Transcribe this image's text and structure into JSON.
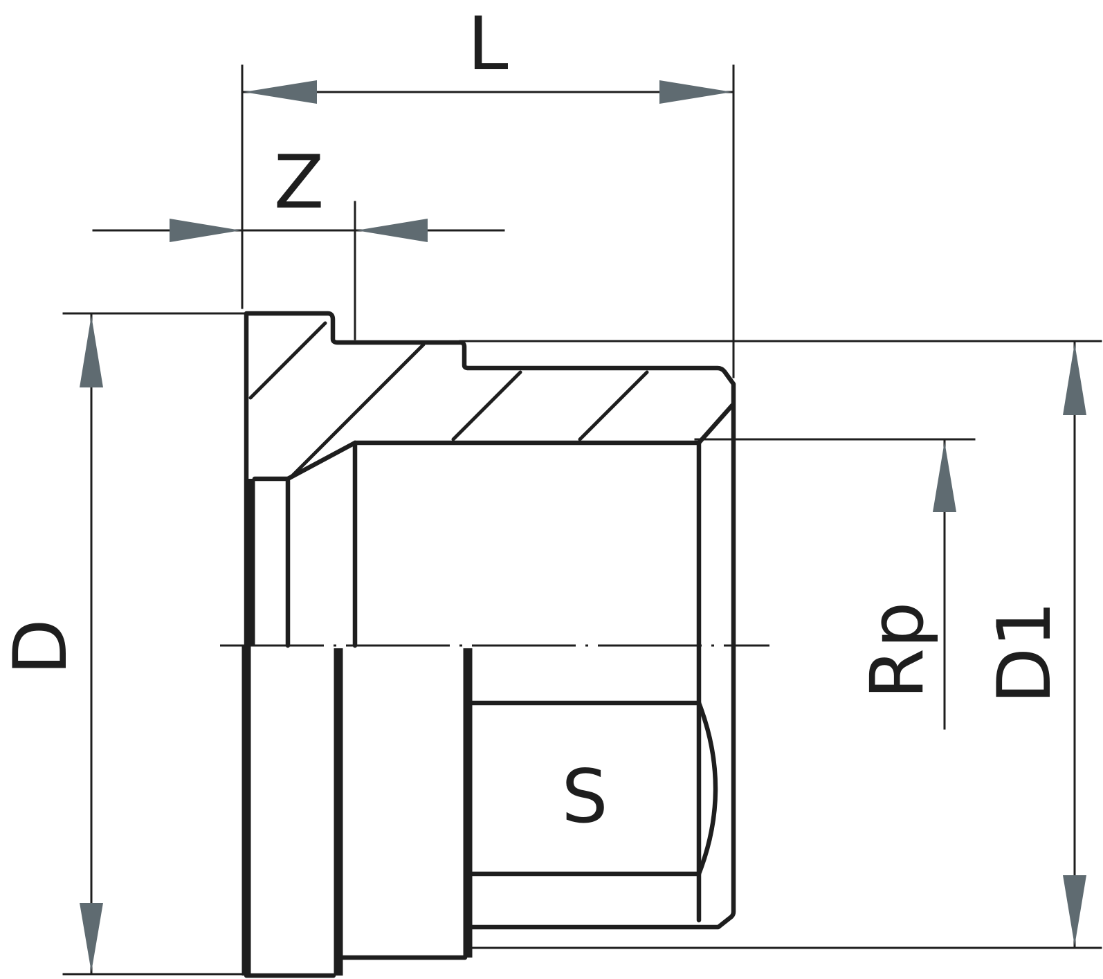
{
  "drawing": {
    "labels": {
      "length": "L",
      "socket_depth": "Z",
      "outer_diameter": "D",
      "thread": "Rp",
      "spigot_diameter": "D1",
      "spanner_size": "S"
    },
    "colors": {
      "line": "#1e1e1e",
      "arrowhead": "#5f6b71",
      "background": "#ffffff"
    }
  }
}
